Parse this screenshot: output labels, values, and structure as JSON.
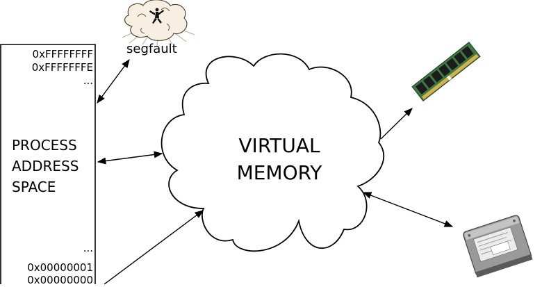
{
  "segfault": {
    "label": "segfault",
    "icon": "explosion-icon"
  },
  "process": {
    "top_addresses": [
      "0xFFFFFFFF",
      "0xFFFFFFFE",
      "..."
    ],
    "label_lines": [
      "PROCESS",
      "ADDRESS",
      "SPACE"
    ],
    "bottom_addresses": [
      "...",
      "0x00000001",
      "0x00000000"
    ]
  },
  "virtual_memory": {
    "lines": [
      "VIRTUAL",
      "MEMORY"
    ]
  },
  "devices": {
    "ram": "ram-module-icon",
    "disk": "hard-disk-icon"
  },
  "colors": {
    "stroke": "#000000",
    "ram_pcb": "#3f7a45",
    "ram_chip": "#1c1c1c",
    "disk_body": "#9a9a9a"
  }
}
